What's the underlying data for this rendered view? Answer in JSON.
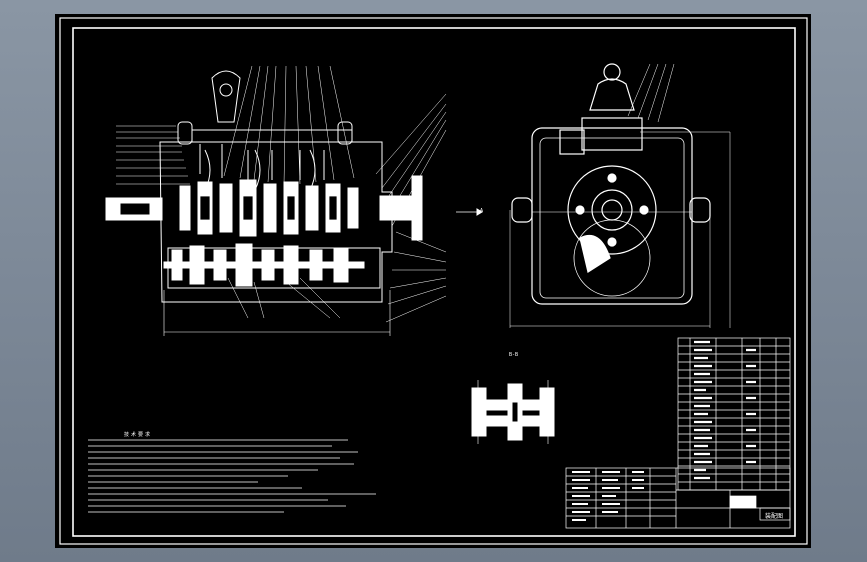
{
  "drawing": {
    "tech_notes_title": "技术要求",
    "section_label": "B-B",
    "view_arrow_label": "A",
    "drawing_number": "装配图",
    "colors": {
      "frame": "#ffffff",
      "background": "#000000",
      "workspace": "#7b8796"
    }
  }
}
